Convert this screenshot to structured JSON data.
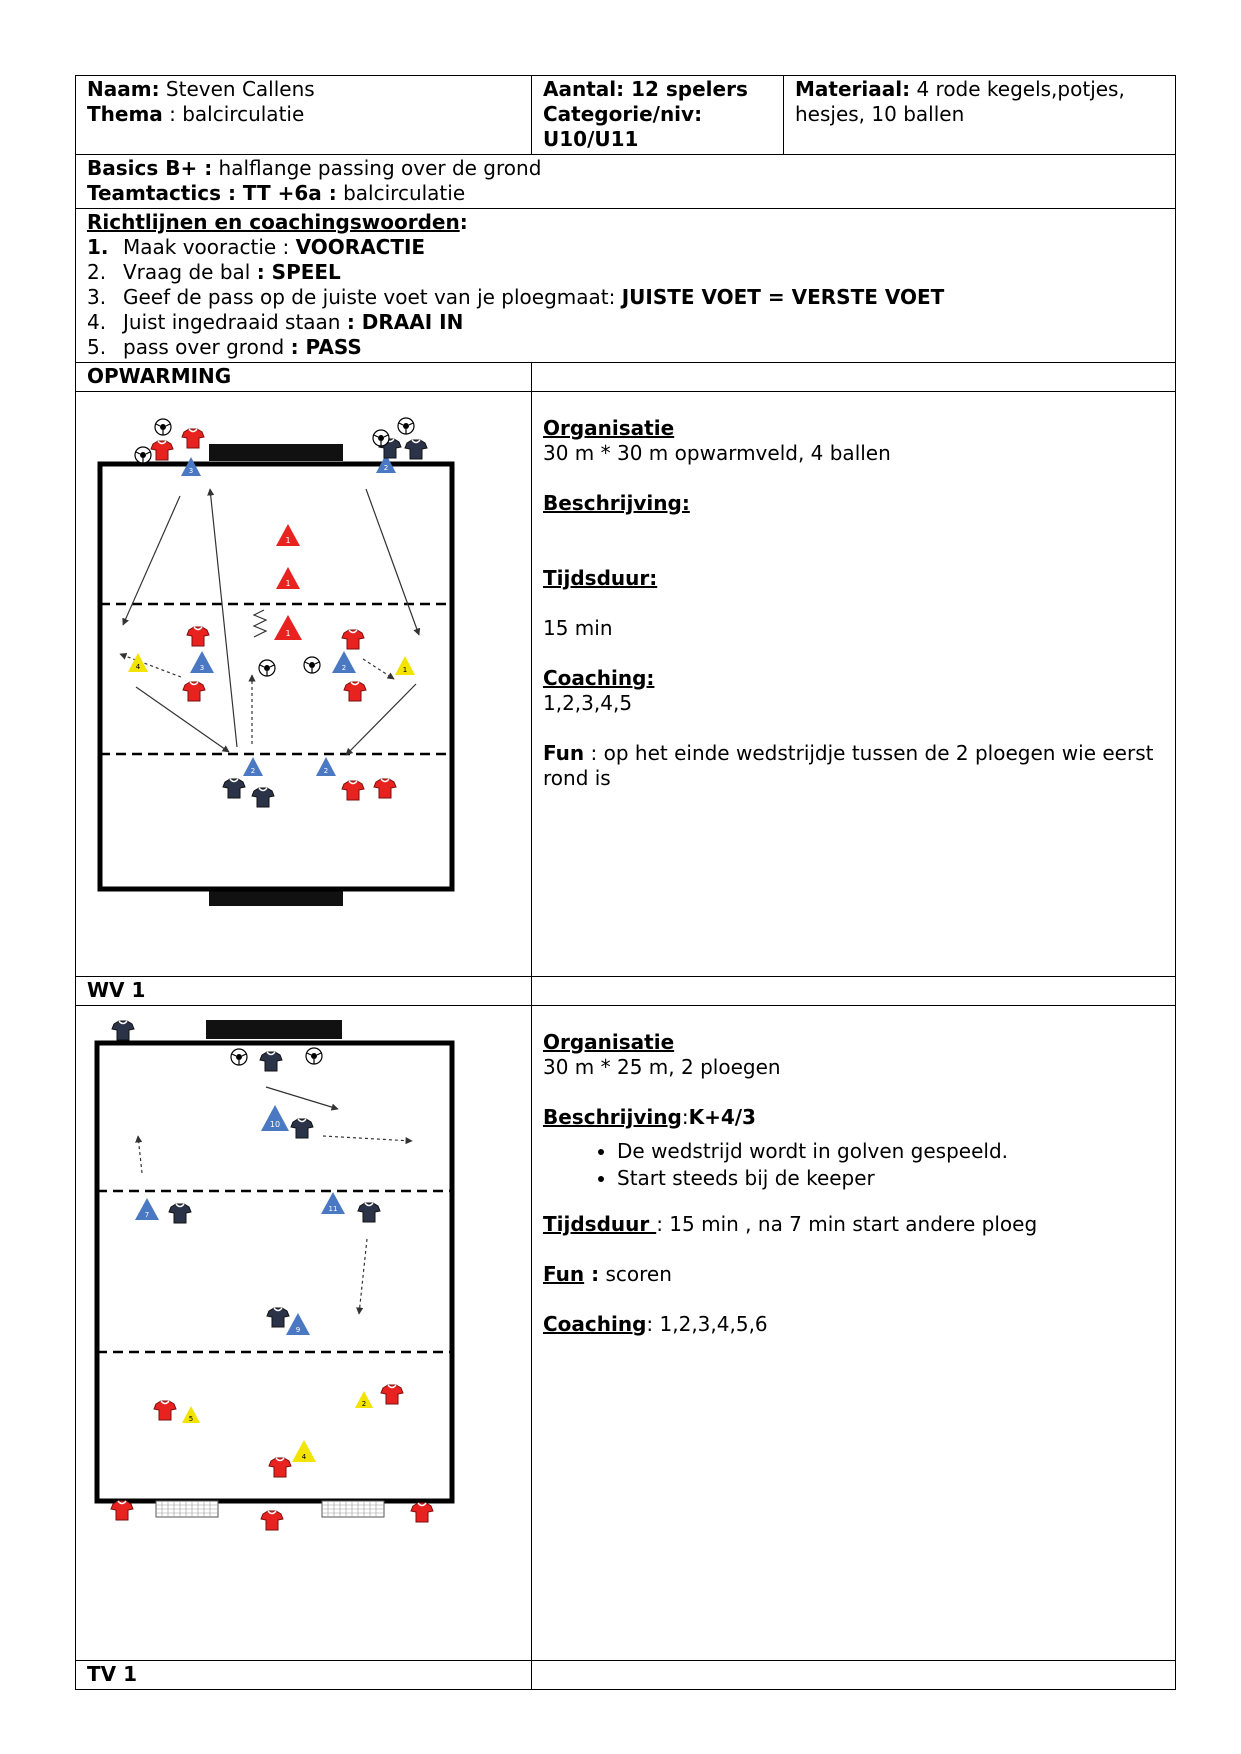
{
  "header": {
    "naam_label": "Naam:",
    "naam_value": " Steven Callens",
    "thema_label": "Thema",
    "thema_value": " : balcirculatie",
    "aantal": "Aantal: 12 spelers",
    "categorie": "Categorie/niv:",
    "categorie_value": "U10/U11",
    "materiaal_label": "Materiaal:",
    "materiaal_value": "  4 rode kegels,potjes, hesjes, 10 ballen"
  },
  "basics": {
    "label": "Basics B+ :",
    "value": " halflange passing over de grond",
    "tt_label": "Teamtactics : TT +6a :",
    "tt_value": " balcirculatie"
  },
  "richtlijnen": {
    "title": "Richtlijnen en coachingswoorden",
    "colon": ":",
    "items": [
      {
        "num": "1.",
        "text": "Maak vooractie : ",
        "key": "VOORACTIE"
      },
      {
        "num": "2.",
        "text": "Vraag de bal ",
        "key": ": SPEEL"
      },
      {
        "num": "3.",
        "text": "Geef de pass op de juiste voet van je ploegmaat: ",
        "key": "JUISTE VOET = VERSTE VOET"
      },
      {
        "num": "4.",
        "text": "Juist ingedraaid staan ",
        "key": ": DRAAI IN"
      },
      {
        "num": "5.",
        "text": "pass over grond ",
        "key": ": PASS"
      }
    ]
  },
  "opwarming": {
    "title": "OPWARMING",
    "organisatie_label": "Organisatie",
    "organisatie": "30 m * 30 m opwarmveld, 4 ballen",
    "beschrijving_label": "Beschrijving:",
    "tijdsduur_label": "Tijdsduur:",
    "tijdsduur": "15 min",
    "coaching_label": "Coaching:",
    "coaching": "1,2,3,4,5",
    "fun_label": "Fun",
    "fun": " : op het einde wedstrijdje tussen de 2 ploegen wie eerst rond is"
  },
  "wv1": {
    "title": "WV 1",
    "organisatie_label": "Organisatie",
    "organisatie": "30 m * 25 m, 2 ploegen",
    "beschrijving_label": "Beschrijving",
    "beschrijving_value": "K+4/3",
    "bullets": [
      "De wedstrijd wordt in golven gespeeld.",
      "Start steeds bij de keeper"
    ],
    "tijdsduur_label": "Tijdsduur ",
    "tijdsduur": ": 15 min , na 7 min start andere ploeg",
    "fun_label": "Fun",
    "fun_colon": " :",
    "fun": " scoren",
    "coaching_label": "Coaching",
    "coaching": ": 1,2,3,4,5,6"
  },
  "tv1": {
    "title": "TV 1"
  },
  "diagram_labels": {
    "cone_1": "1",
    "cone_2": "2",
    "cone_3": "3",
    "cone_4": "4",
    "cone_5": "5",
    "cone_7": "7",
    "cone_9": "9",
    "cone_10": "10",
    "cone_11": "11"
  },
  "colors": {
    "red": "#e8231f",
    "blue": "#4a78c2",
    "yellow": "#f2e300",
    "navy": "#2b3348"
  }
}
